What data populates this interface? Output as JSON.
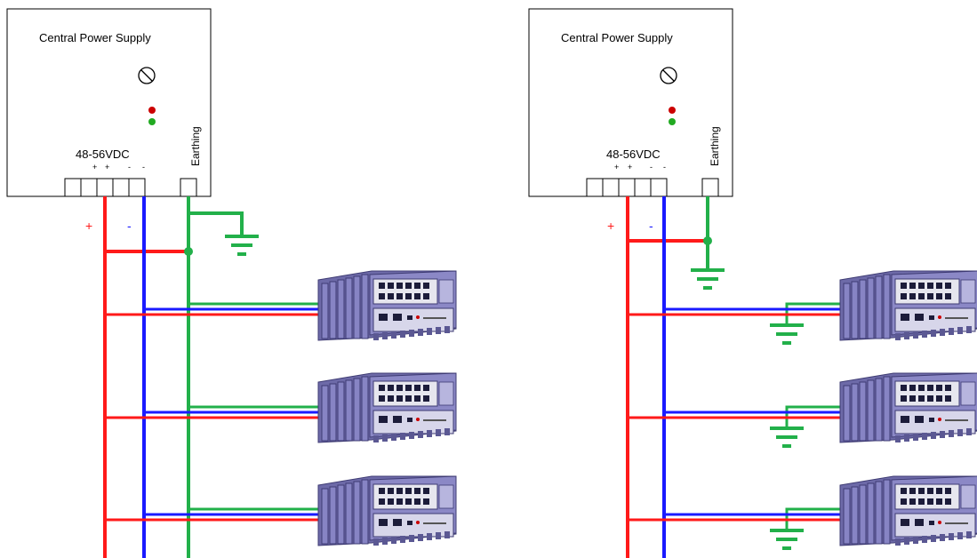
{
  "diagrams": [
    {
      "supply": {
        "title": "Central Power Supply",
        "voltage_label": "48-56VDC",
        "terminal_signs": [
          "+",
          "+",
          "-",
          "-"
        ],
        "earthing_label": "Earthing",
        "led_colors": [
          "#cc0000",
          "#22aa22"
        ]
      },
      "wire_labels": {
        "plus": "+",
        "minus": "-"
      },
      "variant": "common-earth"
    },
    {
      "supply": {
        "title": "Central Power Supply",
        "voltage_label": "48-56VDC",
        "terminal_signs": [
          "+",
          "+",
          "-",
          "-"
        ],
        "earthing_label": "Earthing",
        "led_colors": [
          "#cc0000",
          "#22aa22"
        ]
      },
      "wire_labels": {
        "plus": "+",
        "minus": "-"
      },
      "variant": "local-earth"
    }
  ],
  "colors": {
    "positive_wire": "#ff1a1a",
    "negative_wire": "#1a1aff",
    "earth_wire": "#22b04a",
    "switch_body": "#7a78b8"
  }
}
